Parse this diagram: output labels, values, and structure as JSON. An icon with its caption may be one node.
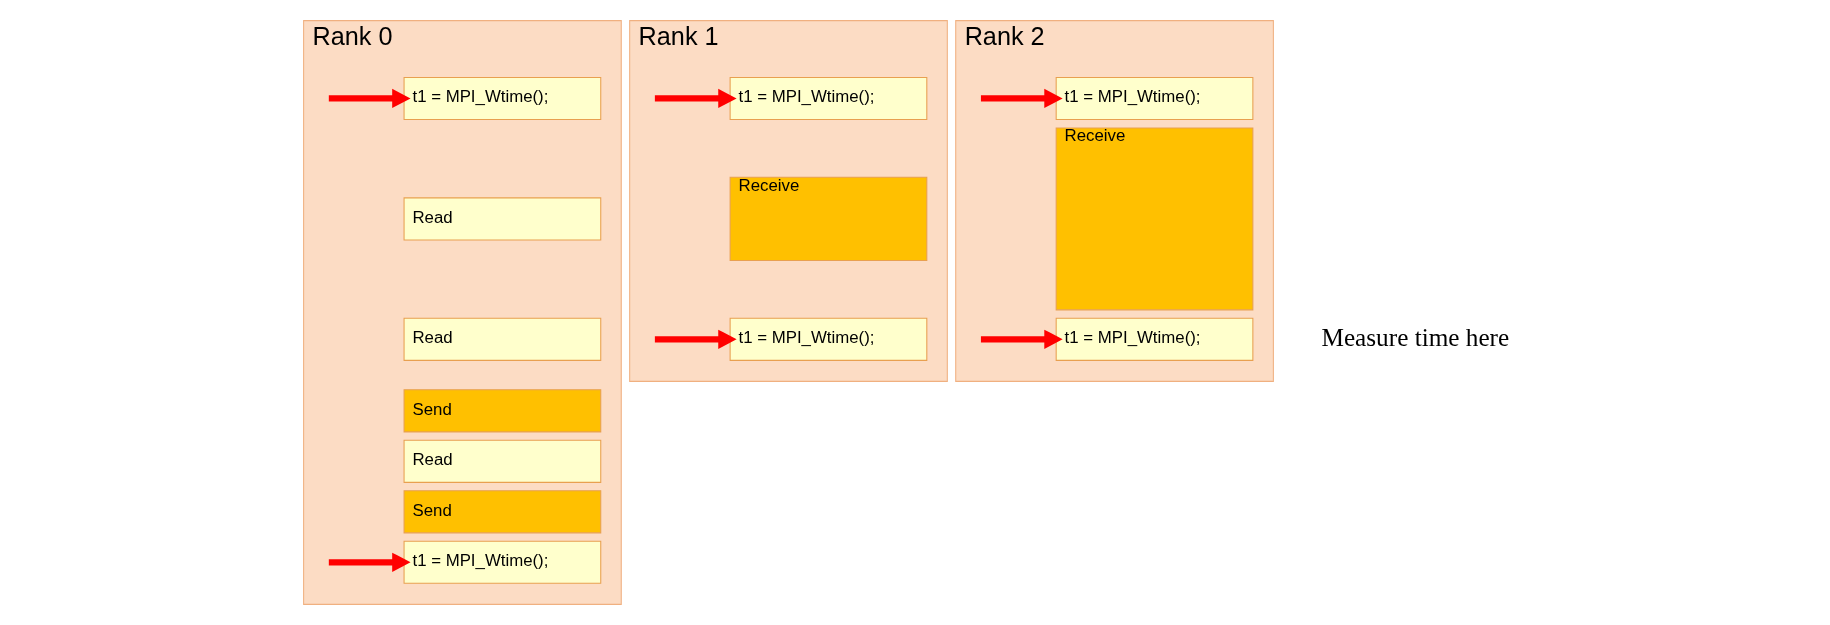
{
  "diagram": {
    "nodes": [
      {
        "text": [
          "Rank 0"
        ]
      },
      {
        "text": [
          "t1 = MPI_Wtime();"
        ],
        "in": 0
      },
      {
        "text": [
          "Read"
        ],
        "in": 0
      },
      {
        "text": [
          "Read"
        ],
        "in": 0
      },
      {
        "text": [
          "Send"
        ],
        "in": 0
      },
      {
        "text": [
          "Read"
        ],
        "in": 0
      },
      {
        "text": [
          "Send"
        ],
        "in": 0
      },
      {
        "text": [
          "t1 = MPI_Wtime();"
        ],
        "in": 0
      },
      {
        "text": [
          "Rank 1"
        ]
      },
      {
        "text": [
          "t1 = MPI_Wtime();"
        ],
        "in": 8
      },
      {
        "text": [
          "Receive"
        ],
        "in": 8
      },
      {
        "text": [
          "t1 = MPI_Wtime();"
        ],
        "in": 8
      },
      {
        "text": [
          "Rank 2"
        ]
      },
      {
        "text": [
          "t1 = MPI_Wtime();"
        ],
        "in": 12
      },
      {
        "text": [
          "Receive"
        ],
        "in": 12
      },
      {
        "text": [
          "t1 = MPI_Wtime();"
        ],
        "in": 12
      }
    ],
    "edges": [
      {
        "from": null,
        "to": 1,
        "arrow": "to"
      },
      {
        "from": null,
        "to": 7,
        "arrow": "to"
      },
      {
        "from": null,
        "to": 9,
        "arrow": "to"
      },
      {
        "from": null,
        "to": 11,
        "arrow": "to"
      },
      {
        "from": null,
        "to": 13,
        "arrow": "to"
      },
      {
        "from": null,
        "to": 15,
        "arrow": "to"
      }
    ],
    "labels": [
      "Measure time here"
    ]
  }
}
